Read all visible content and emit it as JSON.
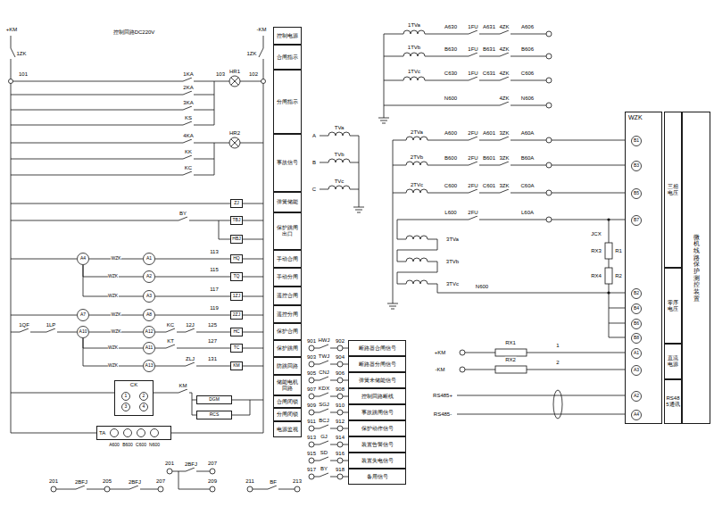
{
  "diagram": {
    "nodes": [
      {
        "text": [
          "A4"
        ]
      },
      {
        "text": [
          "A1"
        ]
      },
      {
        "text": [
          "A2"
        ]
      },
      {
        "text": [
          "A3"
        ]
      },
      {
        "text": [
          "A7"
        ]
      },
      {
        "text": [
          "A8"
        ]
      },
      {
        "text": [
          "A10"
        ]
      },
      {
        "text": [
          "A12"
        ]
      },
      {
        "text": [
          "A11"
        ]
      },
      {
        "text": [
          "A13"
        ]
      },
      {
        "text": [
          "ZJ"
        ]
      },
      {
        "text": [
          "TBJ"
        ]
      },
      {
        "text": [
          "HBJ"
        ]
      },
      {
        "text": [
          "HQ"
        ]
      },
      {
        "text": [
          "TQ"
        ]
      },
      {
        "text": [
          "1ZJ"
        ]
      },
      {
        "text": [
          "2ZJ"
        ]
      },
      {
        "text": [
          "HC"
        ]
      },
      {
        "text": [
          "TC"
        ]
      },
      {
        "text": [
          "KM"
        ]
      },
      {
        "text": [
          "DGM"
        ]
      },
      {
        "text": [
          "RCS"
        ]
      },
      {
        "text": [
          "CK"
        ]
      },
      {
        "text": [
          "1"
        ],
        "in": 22
      },
      {
        "text": [
          "2"
        ],
        "in": 22
      },
      {
        "text": [
          "3"
        ],
        "in": 22
      },
      {
        "text": [
          "4"
        ],
        "in": 22
      },
      {
        "text": [
          "TA"
        ]
      },
      {
        "text": [
          "控制电源"
        ]
      },
      {
        "text": [
          "合闸指示"
        ]
      },
      {
        "text": [
          "分闸指示"
        ]
      },
      {
        "text": [
          "事故信号"
        ]
      },
      {
        "text": [
          "弹簧储能"
        ]
      },
      {
        "text": [
          "保护跳闸出口"
        ]
      },
      {
        "text": [
          "手动合闸"
        ]
      },
      {
        "text": [
          "手动分闸"
        ]
      },
      {
        "text": [
          "遥控合闸"
        ]
      },
      {
        "text": [
          "遥控分闸"
        ]
      },
      {
        "text": [
          "保护合闸"
        ]
      },
      {
        "text": [
          "保护跳闸"
        ]
      },
      {
        "text": [
          "防跳回路"
        ]
      },
      {
        "text": [
          "储能电机回路"
        ]
      },
      {
        "text": [
          "合闸闭锁"
        ]
      },
      {
        "text": [
          "分闸闭锁"
        ]
      },
      {
        "text": [
          "电源监视"
        ]
      },
      {
        "text": [
          "断路器合闸信号"
        ]
      },
      {
        "text": [
          "断路器分闸信号"
        ]
      },
      {
        "text": [
          "弹簧未储能信号"
        ]
      },
      {
        "text": [
          "控制回路断线"
        ]
      },
      {
        "text": [
          "事故跳闸信号"
        ]
      },
      {
        "text": [
          "保护动作信号"
        ]
      },
      {
        "text": [
          "装置告警信号"
        ]
      },
      {
        "text": [
          "装置失电信号"
        ]
      },
      {
        "text": [
          "备用信号"
        ]
      },
      {
        "text": [
          "WZK"
        ]
      },
      {
        "text": [
          "B1"
        ],
        "in": 54
      },
      {
        "text": [
          "B3"
        ],
        "in": 54
      },
      {
        "text": [
          "B5"
        ],
        "in": 54
      },
      {
        "text": [
          "B7"
        ],
        "in": 54
      },
      {
        "text": [
          "B2"
        ],
        "in": 54
      },
      {
        "text": [
          "B4"
        ],
        "in": 54
      },
      {
        "text": [
          "B6"
        ],
        "in": 54
      },
      {
        "text": [
          "B8"
        ],
        "in": 54
      },
      {
        "text": [
          "A1"
        ],
        "in": 54
      },
      {
        "text": [
          "A3"
        ],
        "in": 54
      },
      {
        "text": [
          "A2"
        ],
        "in": 54
      },
      {
        "text": [
          "A4"
        ],
        "in": 54
      },
      {
        "text": [
          "三相电压"
        ]
      },
      {
        "text": [
          "零序电压"
        ]
      },
      {
        "text": [
          "直流电源"
        ]
      },
      {
        "text": [
          "RS485通讯"
        ]
      },
      {
        "text": [
          "微机线路保护测控装置"
        ]
      }
    ],
    "edges": [
      {
        "from": 0,
        "to": 1,
        "label": "WZK",
        "arrow": "none"
      },
      {
        "from": 0,
        "to": 2,
        "label": "WZK",
        "arrow": "none"
      },
      {
        "from": 0,
        "to": 3,
        "label": "WZK",
        "arrow": "none"
      },
      {
        "from": 4,
        "to": 5,
        "label": "WZK",
        "arrow": "none"
      },
      {
        "from": 6,
        "to": 7,
        "label": "WZK",
        "arrow": "none"
      },
      {
        "from": 6,
        "to": 8,
        "label": "WZK",
        "arrow": "none"
      },
      {
        "from": 6,
        "to": 9,
        "label": "WZK",
        "arrow": "none"
      }
    ],
    "labels": [
      "+KM",
      "控制回路DC220V",
      "-KM",
      "1ZK",
      "1ZK",
      "101",
      "1KA",
      "103",
      "HR1",
      "102",
      "2KA",
      "3KA",
      "KS",
      "4KA",
      "HR2",
      "KK",
      "KC",
      "BY",
      "113",
      "115",
      "117",
      "119",
      "1QF",
      "1LP",
      "KC",
      "12J",
      "125",
      "KT",
      "127",
      "ZLJ",
      "131",
      "KM",
      "A600",
      "B600",
      "C600",
      "N600",
      "201",
      "2BFJ",
      "205",
      "2BFJ",
      "207",
      "201",
      "2BFJ",
      "207",
      "209",
      "211",
      "BF",
      "213",
      "901",
      "HWJ",
      "902",
      "903",
      "TWJ",
      "904",
      "905",
      "CNJ",
      "906",
      "907",
      "KDX",
      "908",
      "909",
      "SGJ",
      "910",
      "911",
      "BCJ",
      "912",
      "913",
      "GJ",
      "914",
      "915",
      "SD",
      "916",
      "917",
      "BY",
      "918",
      "1TVa",
      "A630",
      "1FU",
      "A631",
      "4ZK",
      "A606",
      "1TVb",
      "B630",
      "1FU",
      "B631",
      "4ZK",
      "B606",
      "1TVc",
      "C630",
      "1FU",
      "C631",
      "4ZK",
      "C606",
      "N600",
      "4ZK",
      "N606",
      "A",
      "TVa",
      "B",
      "TVb",
      "C",
      "TVc",
      "2TVa",
      "A600",
      "2FU",
      "A601",
      "3ZK",
      "A60A",
      "2TVb",
      "B600",
      "2FU",
      "B601",
      "3ZK",
      "B60A",
      "2TVc",
      "C600",
      "2FU",
      "C601",
      "3ZK",
      "C60A",
      "L600",
      "2FU",
      "L60A",
      "3TVa",
      "3TVb",
      "3TVc",
      "N600",
      "JCX",
      "R1",
      "RX3",
      "R2",
      "RX4",
      "+KM",
      "RX1",
      "1",
      "-KM",
      "RX2",
      "2",
      "RS485+",
      "RS485-"
    ]
  }
}
